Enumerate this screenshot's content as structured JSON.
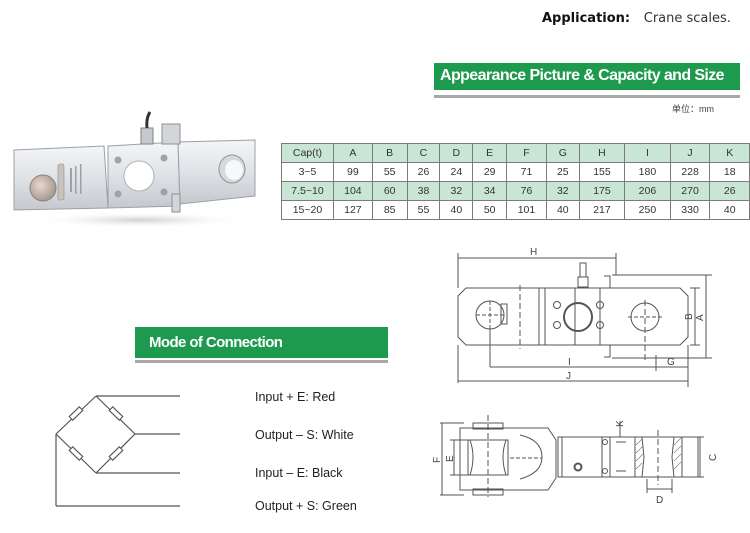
{
  "application": {
    "label": "Application:",
    "value": "Crane scales."
  },
  "appearance_section": {
    "title": "Appearance Picture  & Capacity and Size",
    "unit": "单位：mm"
  },
  "spec_table": {
    "headers": [
      "Cap(t)",
      "A",
      "B",
      "C",
      "D",
      "E",
      "F",
      "G",
      "H",
      "I",
      "J",
      "K"
    ],
    "rows": [
      [
        "3~5",
        "99",
        "55",
        "26",
        "24",
        "29",
        "71",
        "25",
        "155",
        "180",
        "228",
        "18"
      ],
      [
        "7.5~10",
        "104",
        "60",
        "38",
        "32",
        "34",
        "76",
        "32",
        "175",
        "206",
        "270",
        "26"
      ],
      [
        "15~20",
        "127",
        "85",
        "55",
        "40",
        "50",
        "101",
        "40",
        "217",
        "250",
        "330",
        "40"
      ]
    ]
  },
  "connection_section": {
    "title": "Mode of Connection",
    "wires": [
      {
        "label": "Input + E: Red"
      },
      {
        "label": "Output – S: White"
      },
      {
        "label": "Input – E: Black"
      },
      {
        "label": "Output + S: Green"
      }
    ]
  },
  "drawing_labels": {
    "top_view": [
      "H",
      "I",
      "J",
      "G",
      "B",
      "A"
    ],
    "side_view": [
      "F",
      "E",
      "K",
      "D",
      "C"
    ]
  },
  "colors": {
    "section_bar": "#1d9a4e",
    "table_shade": "#c8e6d3",
    "underline": "#a8a8a8"
  }
}
